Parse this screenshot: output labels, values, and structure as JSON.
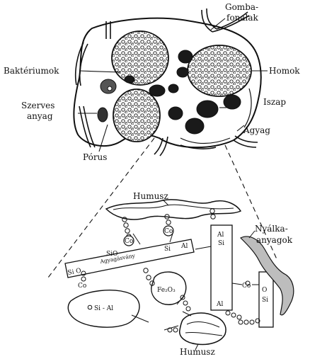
{
  "labels": {
    "gomba_line1": "Gomba-",
    "gomba_line2": "fonalak",
    "homok": "Homok",
    "bakteriumok": "Baktériumok",
    "szerves_line1": "Szerves",
    "szerves_line2": "anyag",
    "iszap": "Iszap",
    "agyag": "Agyag",
    "porus": "Pórus",
    "humusz_top": "Humusz",
    "humusz_bottom": "Humusz",
    "nyalka_line1": "Nyálka-",
    "nyalka_line2": "anyagok"
  },
  "chem": {
    "co_a": "Co",
    "co_b": "Co",
    "sio_center": "SiO",
    "aggregate": "Agyagásvány",
    "si_o_left": "Si O",
    "si_left2": "Si",
    "al_center": "Al",
    "co_left": "Co",
    "fe2o3": "Fe₂O₃",
    "si_al_blob": "Si  -  Al",
    "al_right_box": "Al",
    "si_right_box": "Si",
    "al_right_box_bottom": "Al",
    "co_right": "Co",
    "o_right": "O",
    "si_far_right": "Si"
  },
  "colors": {
    "ink": "#111111",
    "background": "#ffffff"
  }
}
